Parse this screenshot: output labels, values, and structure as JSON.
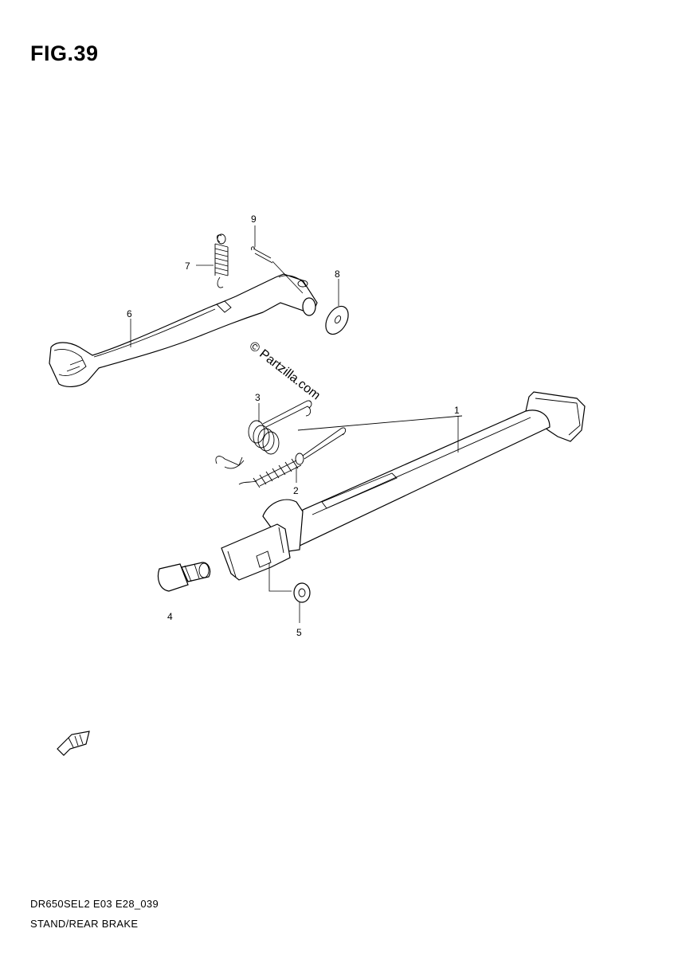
{
  "figure": {
    "title": "FIG.39"
  },
  "watermark": "© Partzilla.com",
  "callouts": {
    "p1": "1",
    "p2": "2",
    "p3": "3",
    "p4": "4",
    "p5": "5",
    "p6": "6",
    "p7": "7",
    "p8": "8",
    "p9": "9"
  },
  "front_arrow_icon": "front-direction-arrow-icon",
  "footer": {
    "model_code": "DR650SEL2 E03 E28_039",
    "section_name": "STAND/REAR BRAKE"
  }
}
